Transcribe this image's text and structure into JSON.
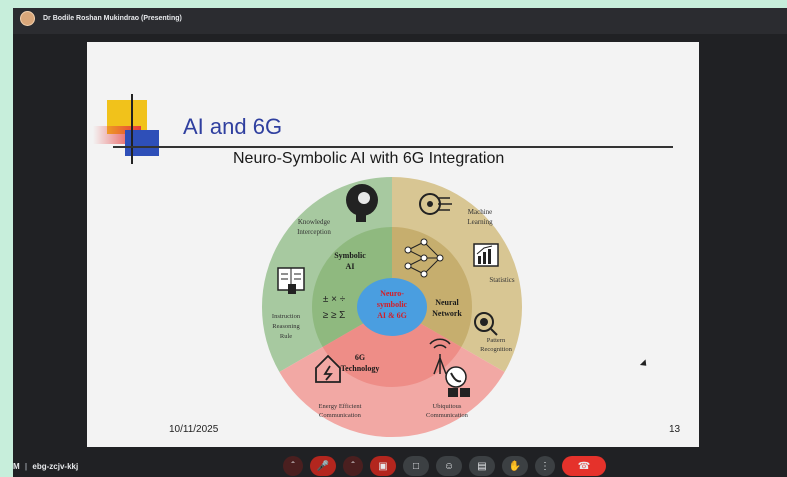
{
  "meeting": {
    "presenter": "Dr Bodile Roshan Mukindrao (Presenting)",
    "meeting_code": "ebg-zcjv-kkj",
    "left_mark": "M",
    "controls": [
      {
        "name": "mic-options",
        "icon": "chevron-up-icon"
      },
      {
        "name": "mic-toggle",
        "icon": "mic-off-icon"
      },
      {
        "name": "camera-options",
        "icon": "chevron-up-icon"
      },
      {
        "name": "camera-toggle",
        "icon": "camera-off-icon"
      },
      {
        "name": "present",
        "icon": "present-icon"
      },
      {
        "name": "emoji",
        "icon": "emoji-icon"
      },
      {
        "name": "captions",
        "icon": "captions-icon"
      },
      {
        "name": "raise-hand",
        "icon": "hand-icon"
      },
      {
        "name": "more",
        "icon": "more-icon"
      },
      {
        "name": "leave-call",
        "icon": "phone-end-icon"
      }
    ]
  },
  "slide": {
    "title": "AI and 6G",
    "subtitle": "Neuro-Symbolic AI with 6G Integration",
    "date": "10/11/2025",
    "page": "13",
    "center": [
      "Neuro-",
      "symbolic",
      "AI & 6G"
    ],
    "inner": {
      "symbolic": [
        "Symbolic",
        "AI"
      ],
      "neural": [
        "Neural",
        "Network"
      ],
      "tech": [
        "6G",
        "Technology"
      ],
      "math": [
        "± × ÷",
        "≥ ≥ Σ"
      ]
    },
    "outer": {
      "knowledge": [
        "Knowledge",
        "Interception"
      ],
      "ml": [
        "Machine",
        "Learning"
      ],
      "statistics": "Statistics",
      "pattern": [
        "Pattern",
        "Recognition"
      ],
      "ubiquitous": [
        "Ubiquitous",
        "Communication"
      ],
      "energy": [
        "Energy Efficient",
        "Communication"
      ],
      "instruction": [
        "Instruction",
        "Reasoning",
        "Rule"
      ]
    },
    "colors": {
      "outer_green": "#a7c9a0",
      "outer_tan": "#d8c693",
      "outer_pink": "#f2a8a4",
      "inner_green": "#8fb97f",
      "inner_tan": "#c6ae6e",
      "inner_pink": "#ee8d87",
      "center_blue": "#4a9ee0"
    }
  }
}
